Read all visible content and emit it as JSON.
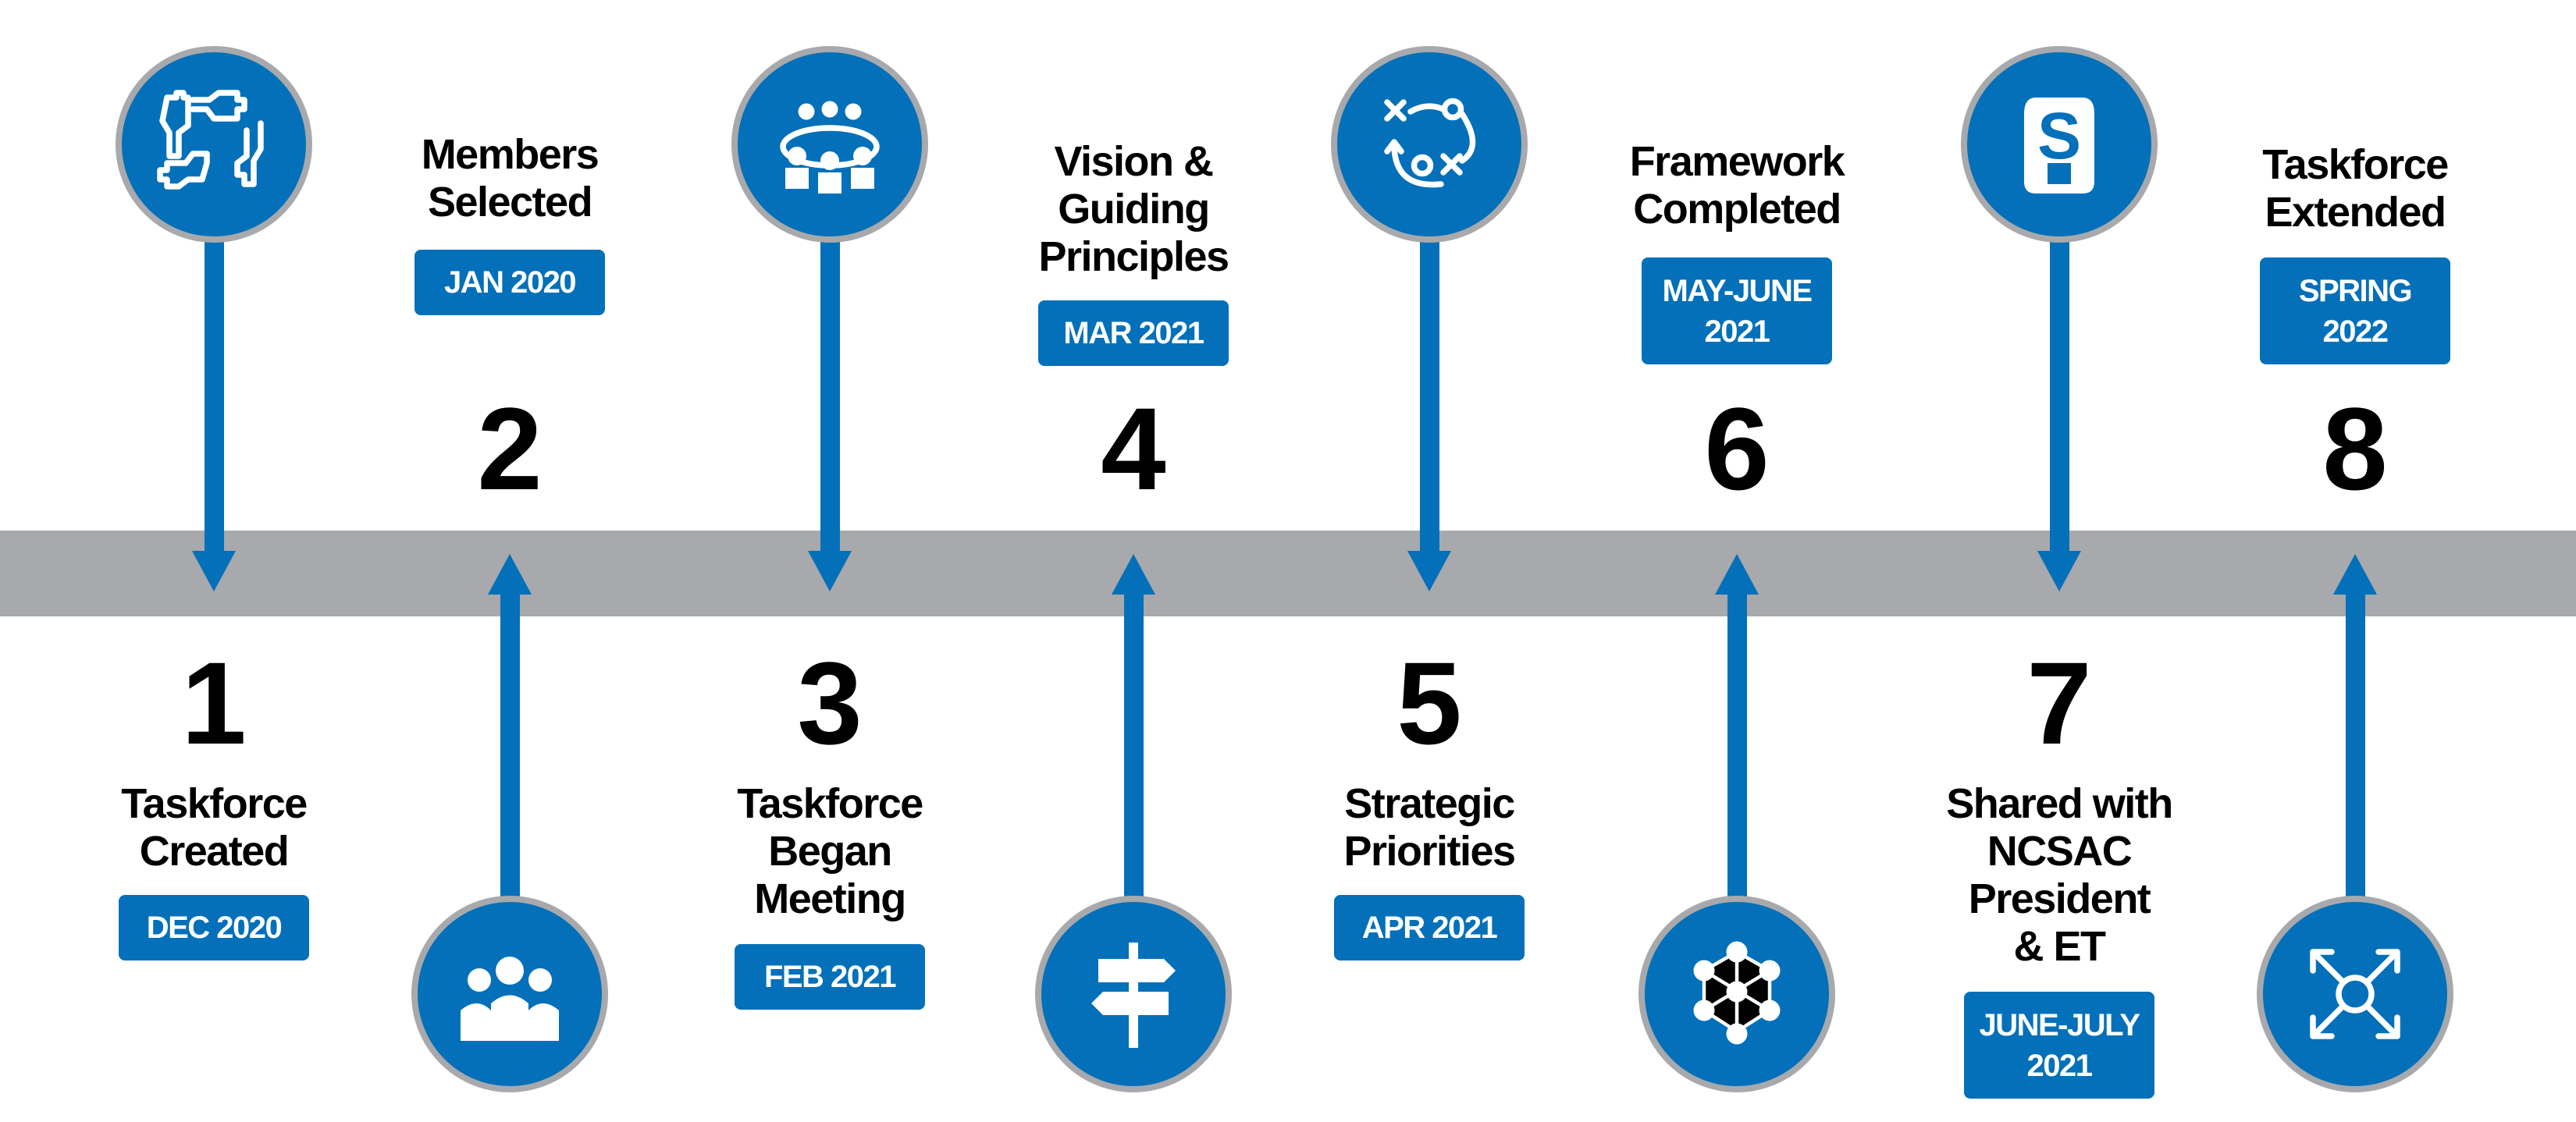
{
  "colors": {
    "accent": "#0370b9",
    "band": "#a7a9ac",
    "text": "#000000"
  },
  "milestones": [
    {
      "number": "1",
      "title_lines": [
        "Taskforce",
        "Created"
      ],
      "date_lines": [
        "DEC 2020"
      ],
      "icon": "hands-teamwork-icon",
      "side": "bottom-text"
    },
    {
      "number": "2",
      "title_lines": [
        "Members",
        "Selected"
      ],
      "date_lines": [
        "JAN 2020"
      ],
      "icon": "people-group-icon",
      "side": "top-text"
    },
    {
      "number": "3",
      "title_lines": [
        "Taskforce",
        "Began",
        "Meeting"
      ],
      "date_lines": [
        "FEB 2021"
      ],
      "icon": "meeting-table-icon",
      "side": "bottom-text"
    },
    {
      "number": "4",
      "title_lines": [
        "Vision &",
        "Guiding",
        "Principles"
      ],
      "date_lines": [
        "MAR 2021"
      ],
      "icon": "signpost-icon",
      "side": "top-text"
    },
    {
      "number": "5",
      "title_lines": [
        "Strategic",
        "Priorities"
      ],
      "date_lines": [
        "APR 2021"
      ],
      "icon": "strategy-play-icon",
      "side": "bottom-text"
    },
    {
      "number": "6",
      "title_lines": [
        "Framework",
        "Completed"
      ],
      "date_lines": [
        "MAY-JUNE",
        "2021"
      ],
      "icon": "network-hexagon-icon",
      "side": "top-text"
    },
    {
      "number": "7",
      "title_lines": [
        "Shared with",
        "NCSAC",
        "President",
        "& ET"
      ],
      "date_lines": [
        "JUNE-JULY",
        "2021"
      ],
      "icon": "ncsac-logo-icon",
      "side": "bottom-text"
    },
    {
      "number": "8",
      "title_lines": [
        "Taskforce",
        "Extended"
      ],
      "date_lines": [
        "SPRING",
        "2022"
      ],
      "icon": "expand-arrows-icon",
      "side": "top-text"
    }
  ]
}
